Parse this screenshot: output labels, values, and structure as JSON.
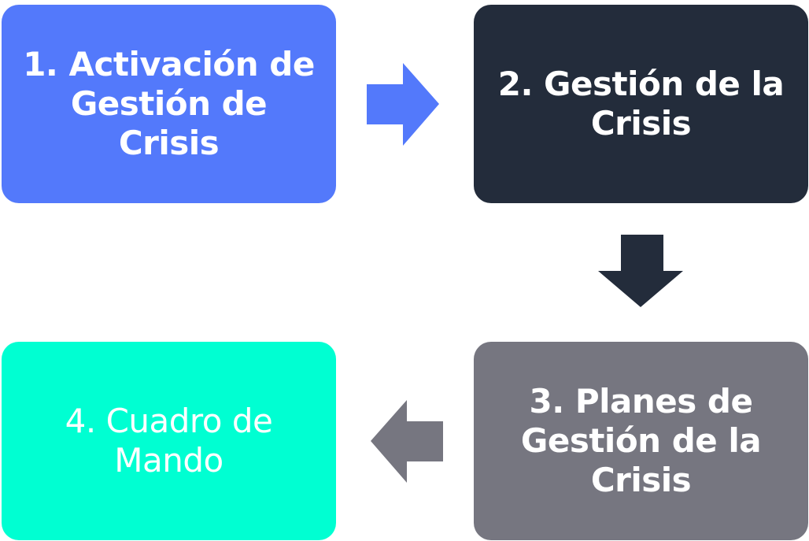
{
  "colors": {
    "step1": "#5379FB",
    "step2": "#232C3B",
    "step3": "#767680",
    "step4": "#00FFD2"
  },
  "steps": [
    {
      "label": "1. Activación de Gestión de Crisis",
      "lines": [
        "1. Activación de",
        "Gestión de",
        "Crisis"
      ]
    },
    {
      "label": "2. Gestión de la Crisis",
      "lines": [
        "2. Gestión de la",
        "Crisis"
      ]
    },
    {
      "label": "3. Planes de Gestión de la Crisis",
      "lines": [
        "3. Planes de",
        "Gestión de la",
        "Crisis"
      ]
    },
    {
      "label": "4. Cuadro de Mando",
      "lines": [
        "4. Cuadro de",
        "Mando"
      ]
    }
  ],
  "arrows": [
    {
      "from": "1",
      "to": "2",
      "direction": "right"
    },
    {
      "from": "2",
      "to": "3",
      "direction": "down"
    },
    {
      "from": "3",
      "to": "4",
      "direction": "left"
    }
  ]
}
